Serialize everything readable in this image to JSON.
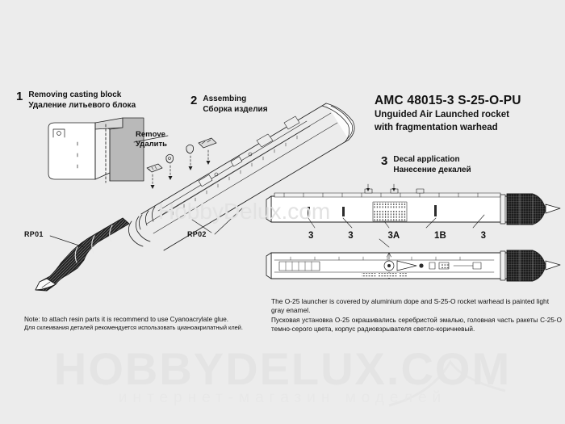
{
  "page": {
    "background_color": "#ececec",
    "ink_color": "#1a1a1a"
  },
  "title_block": {
    "product_code": "AMC 48015-3  S-25-O-PU",
    "description_line1": "Unguided Air Launched rocket",
    "description_line2": "with fragmentation warhead"
  },
  "steps": [
    {
      "number": "1",
      "title_en": "Removing casting block",
      "title_ru": "Удаление литьевого блока"
    },
    {
      "number": "2",
      "title_en": "Assembing",
      "title_ru": "Сборка изделия"
    },
    {
      "number": "3",
      "title_en": "Decal application",
      "title_ru": "Нанесение декалей"
    }
  ],
  "callouts": {
    "remove_en": "Remove",
    "remove_ru": "Удалить"
  },
  "part_labels": {
    "rp01": "RP01",
    "rp02": "RP02"
  },
  "decal_numbers": [
    "3",
    "3",
    "3A",
    "1B",
    "3"
  ],
  "notes": {
    "left": {
      "en": "Note: to attach resin parts it is recommend to use Cyanoacrylate glue.",
      "ru": "Для склеивания деталей рекомендуется использовать цианоакрилатный клей."
    },
    "right": {
      "en": "The O-25 launcher is covered by aluminium dope and S-25-O rocket warhead is painted light gray enamel.",
      "ru": "Пусковая установка О-25 окрашивались серебристой эмалью, головная часть ракеты С-25-О темно-серого цвета, корпус радиовзрывателя светло-коричневый."
    }
  },
  "watermarks": {
    "center": "HobbyDelux.com",
    "bottom_large": "HOBBYDELUX.COM",
    "bottom_small": "интернет-магазин моделей"
  }
}
